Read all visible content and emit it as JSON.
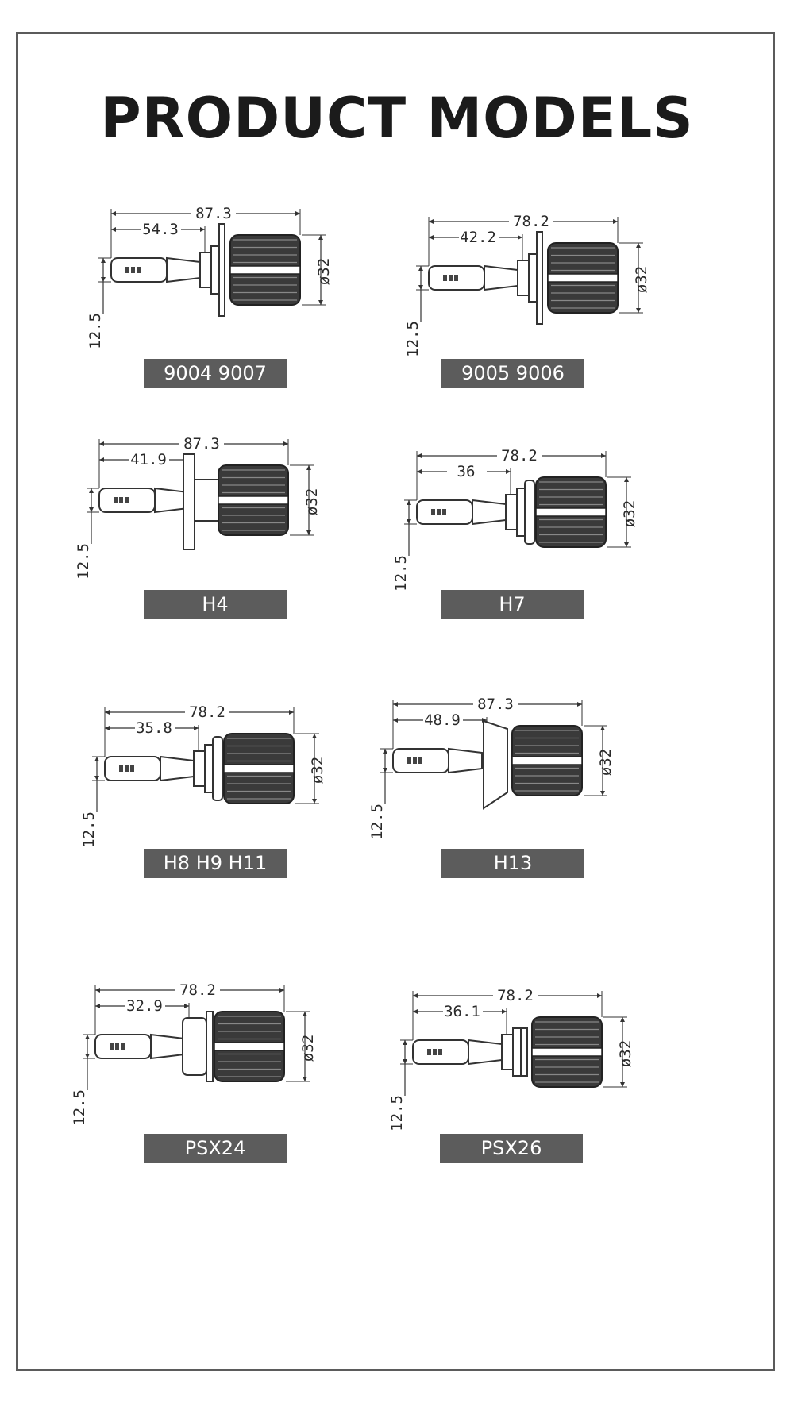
{
  "title": "PRODUCT MODELS",
  "colors": {
    "label_bg": "#5c5c5c",
    "label_text": "#ffffff",
    "frame": "#5b5b5b"
  },
  "models": [
    {
      "name": "9004 9007",
      "overall": "87.3",
      "partial": "54.3",
      "diameter": "ø32",
      "pin": "12.5",
      "base": "flange"
    },
    {
      "name": "9005 9006",
      "overall": "78.2",
      "partial": "42.2",
      "diameter": "ø32",
      "pin": "12.5",
      "base": "flange"
    },
    {
      "name": "H4",
      "overall": "87.3",
      "partial": "41.9",
      "diameter": "ø32",
      "pin": "12.5",
      "base": "plate"
    },
    {
      "name": "H7",
      "overall": "78.2",
      "partial": "36",
      "diameter": "ø32",
      "pin": "12.5",
      "base": "ring"
    },
    {
      "name": "H8 H9 H11",
      "overall": "78.2",
      "partial": "35.8",
      "diameter": "ø32",
      "pin": "12.5",
      "base": "ring"
    },
    {
      "name": "H13",
      "overall": "87.3",
      "partial": "48.9",
      "diameter": "ø32",
      "pin": "12.5",
      "base": "clip"
    },
    {
      "name": "PSX24",
      "overall": "78.2",
      "partial": "32.9",
      "diameter": "ø32",
      "pin": "12.5",
      "base": "twist"
    },
    {
      "name": "PSX26",
      "overall": "78.2",
      "partial": "36.1",
      "diameter": "ø32",
      "pin": "12.5",
      "base": "collar"
    }
  ]
}
